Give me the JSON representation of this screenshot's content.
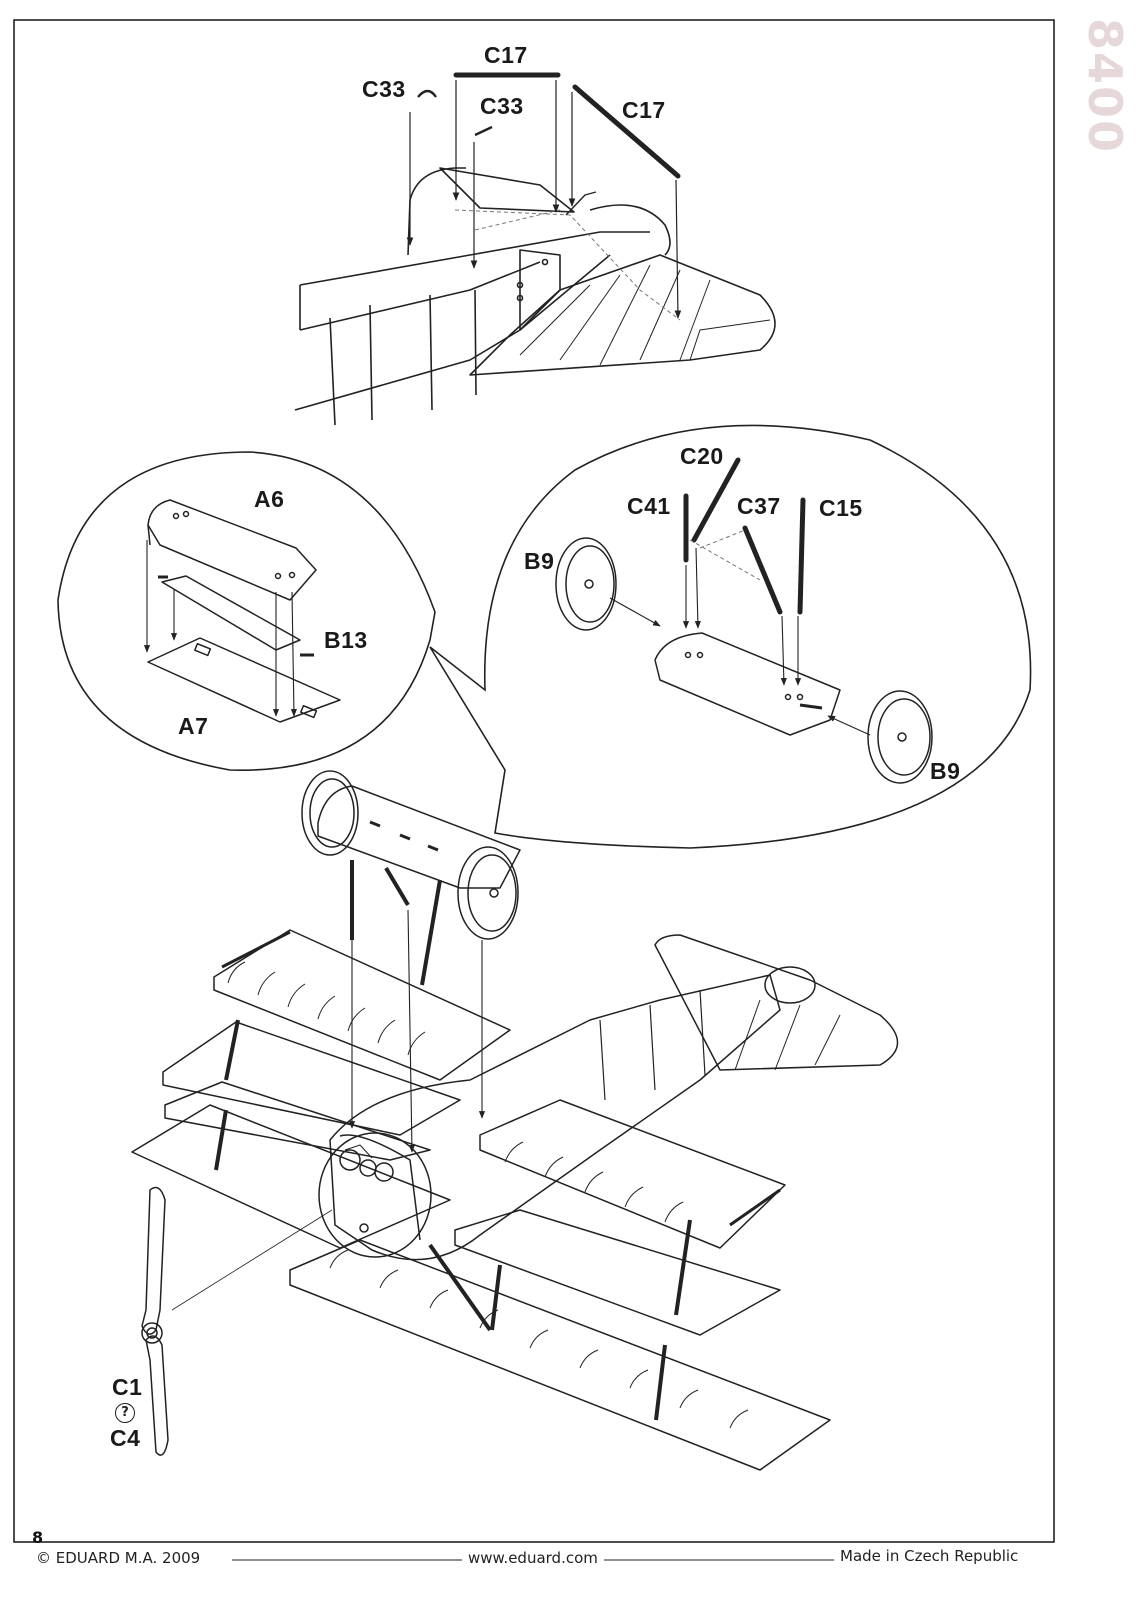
{
  "page": {
    "number": "8",
    "stamp": "8400"
  },
  "labels": {
    "top_c17_a": "C17",
    "top_c17_b": "C17",
    "top_c33_a": "C33",
    "top_c33_b": "C33",
    "axle_c20": "C20",
    "axle_c41": "C41",
    "axle_c37": "C37",
    "axle_c15": "C15",
    "axle_b9_left": "B9",
    "axle_b9_right": "B9",
    "wing_a6": "A6",
    "wing_b13": "B13",
    "wing_a7": "A7",
    "prop_c1": "C1",
    "prop_q": "?",
    "prop_c4": "C4"
  },
  "footer": {
    "copyright": "© EDUARD  M.A. 2009",
    "website": "www.eduard.com",
    "made_in": "Made in Czech Republic"
  }
}
